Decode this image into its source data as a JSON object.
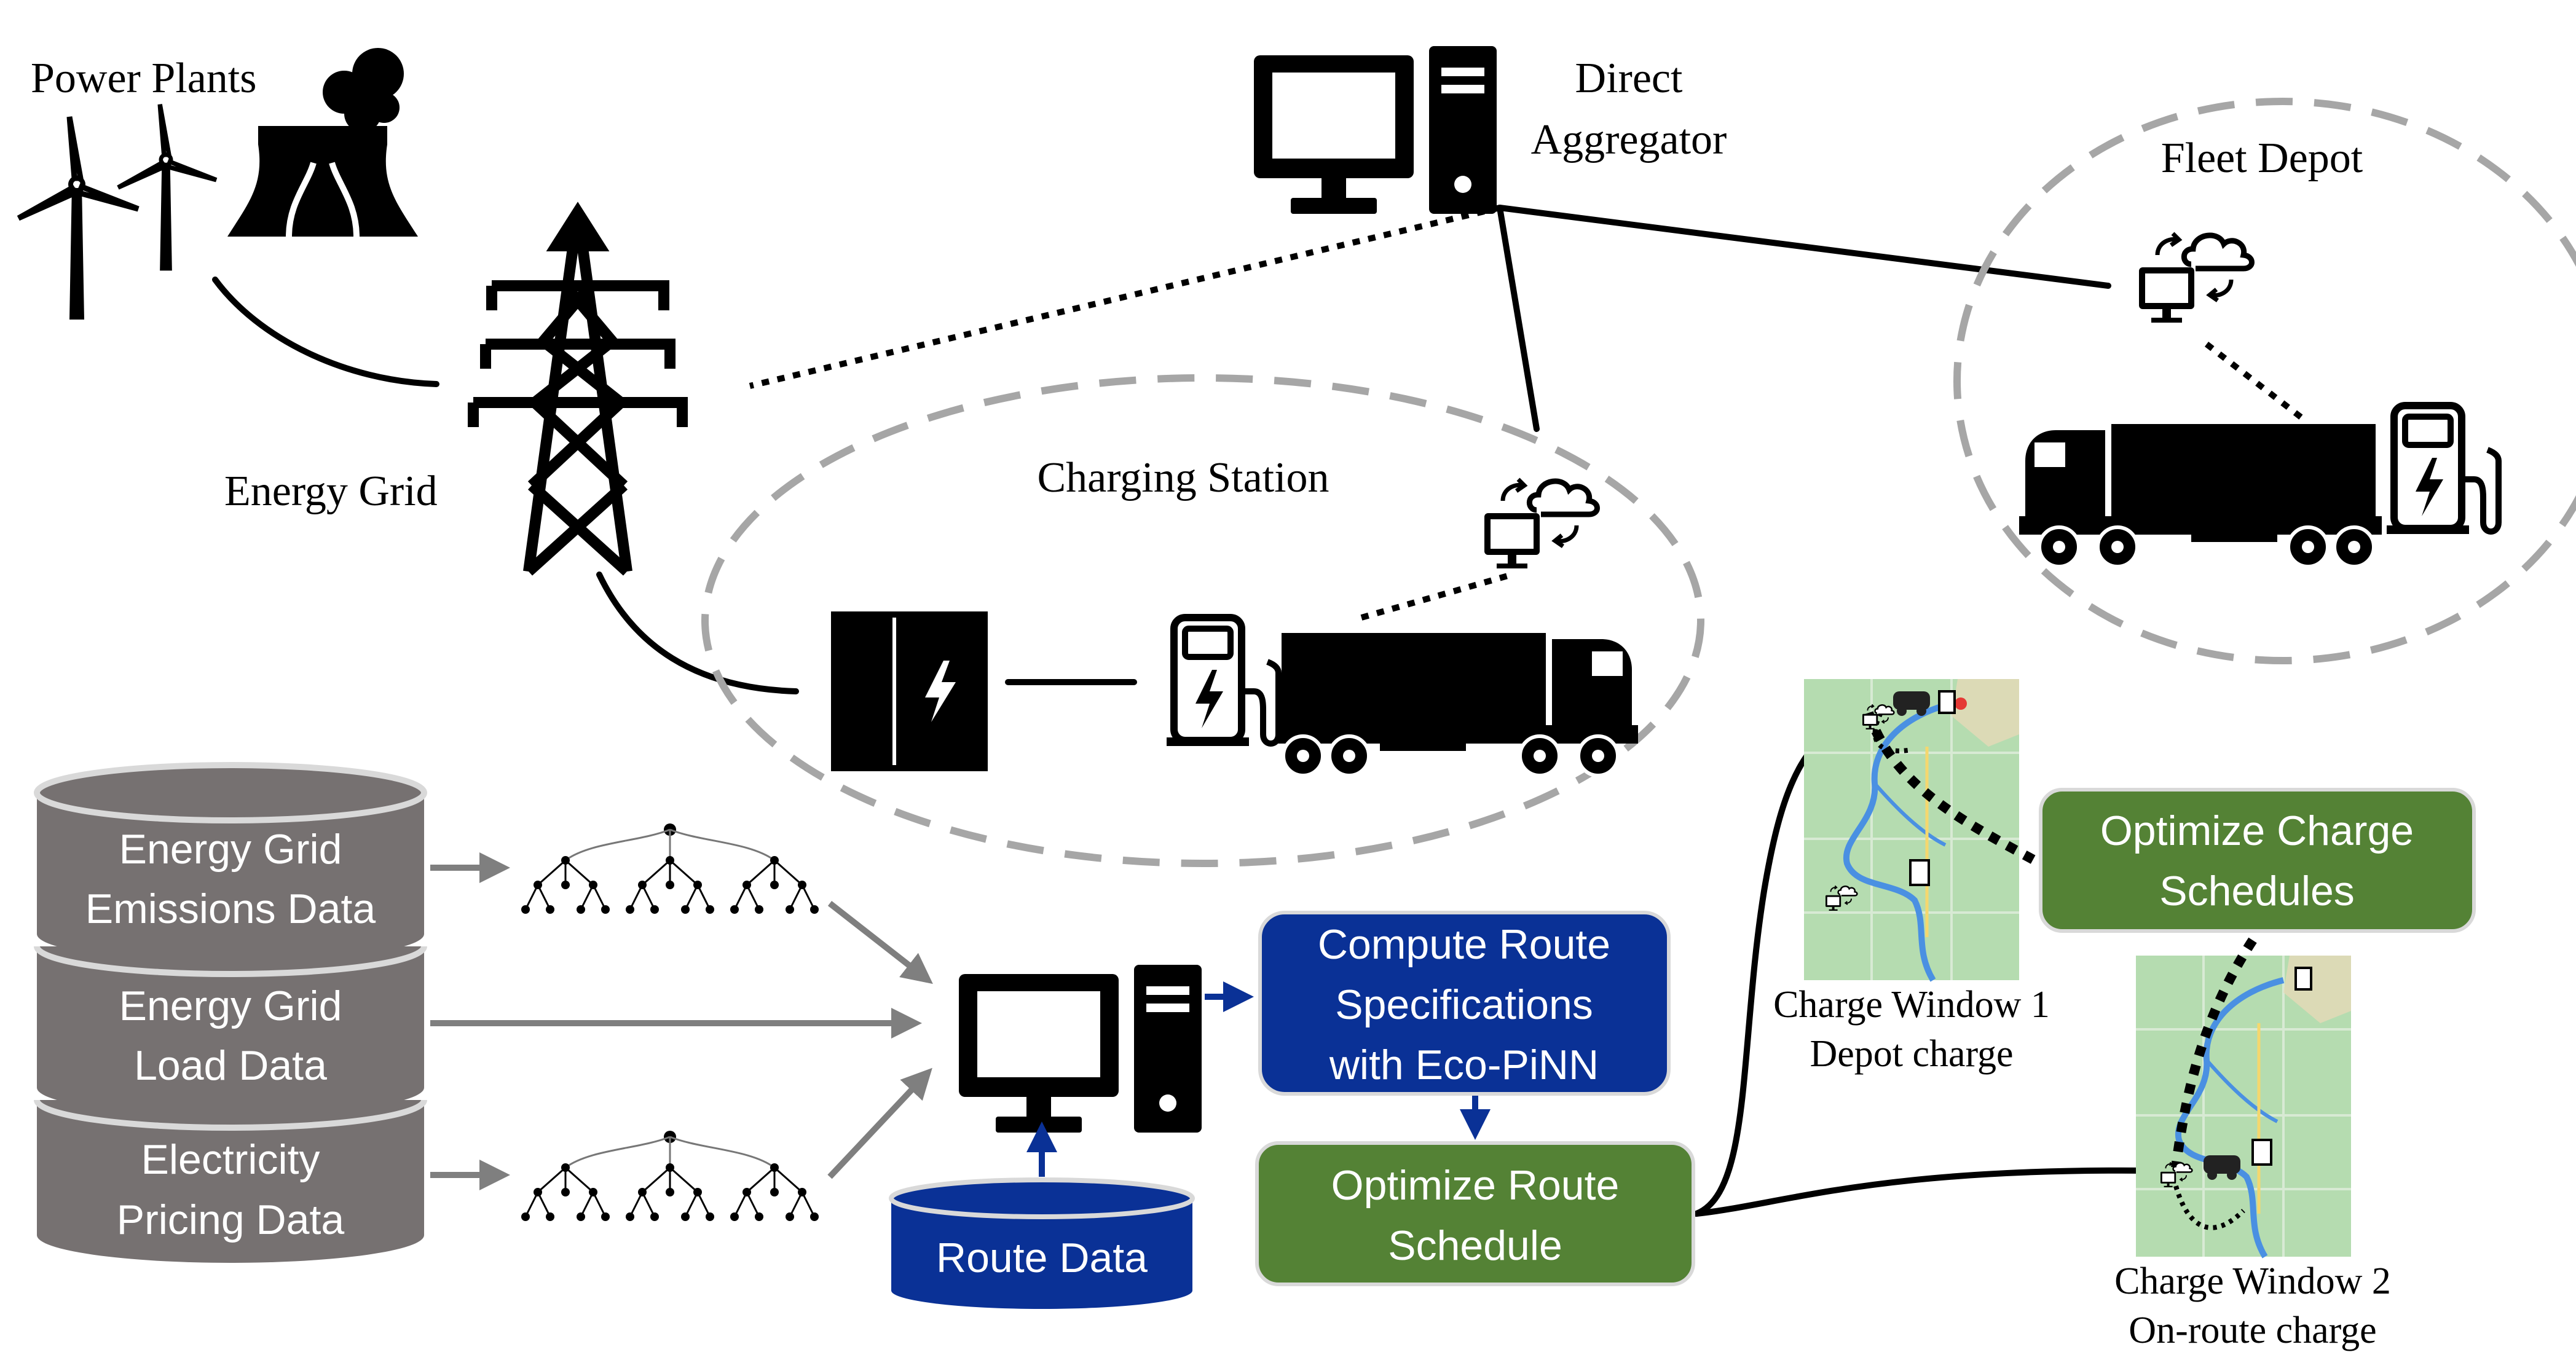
{
  "labels": {
    "power_plants": "Power Plants",
    "energy_grid": "Energy Grid",
    "direct_aggregator_line1": "Direct",
    "direct_aggregator_line2": "Aggregator",
    "fleet_depot": "Fleet Depot",
    "charging_station": "Charging Station",
    "charge_window_1_line1": "Charge Window 1",
    "charge_window_1_line2": "Depot charge",
    "charge_window_2_line1": "Charge Window 2",
    "charge_window_2_line2": "On-route charge"
  },
  "databases": {
    "emissions_line1": "Energy Grid",
    "emissions_line2": "Emissions Data",
    "load_line1": "Energy Grid",
    "load_line2": "Load Data",
    "pricing_line1": "Electricity",
    "pricing_line2": "Pricing Data",
    "route_data": "Route Data"
  },
  "process_boxes": {
    "compute_line1": "Compute Route",
    "compute_line2": "Specifications",
    "compute_line3": "with Eco-PiNN",
    "optimize_route_line1": "Optimize Route",
    "optimize_route_line2": "Schedule",
    "optimize_charge_line1": "Optimize Charge",
    "optimize_charge_line2": "Schedules"
  },
  "colors": {
    "blue_box": "#0a3196",
    "green_box": "#548235",
    "db_gray": "#767171",
    "arrow_gray": "#7f7f7f",
    "dashed_gray": "#a6a6a6",
    "map_green": "#b5dcb0",
    "route_blue": "#4a90e2"
  },
  "icons": [
    "wind-turbine-icon",
    "power-plant-icon",
    "transmission-tower-icon",
    "computer-icon",
    "cloud-sync-icon",
    "ev-charger-icon",
    "electric-truck-icon",
    "battery-storage-icon",
    "decision-tree-icon",
    "map-icon"
  ]
}
